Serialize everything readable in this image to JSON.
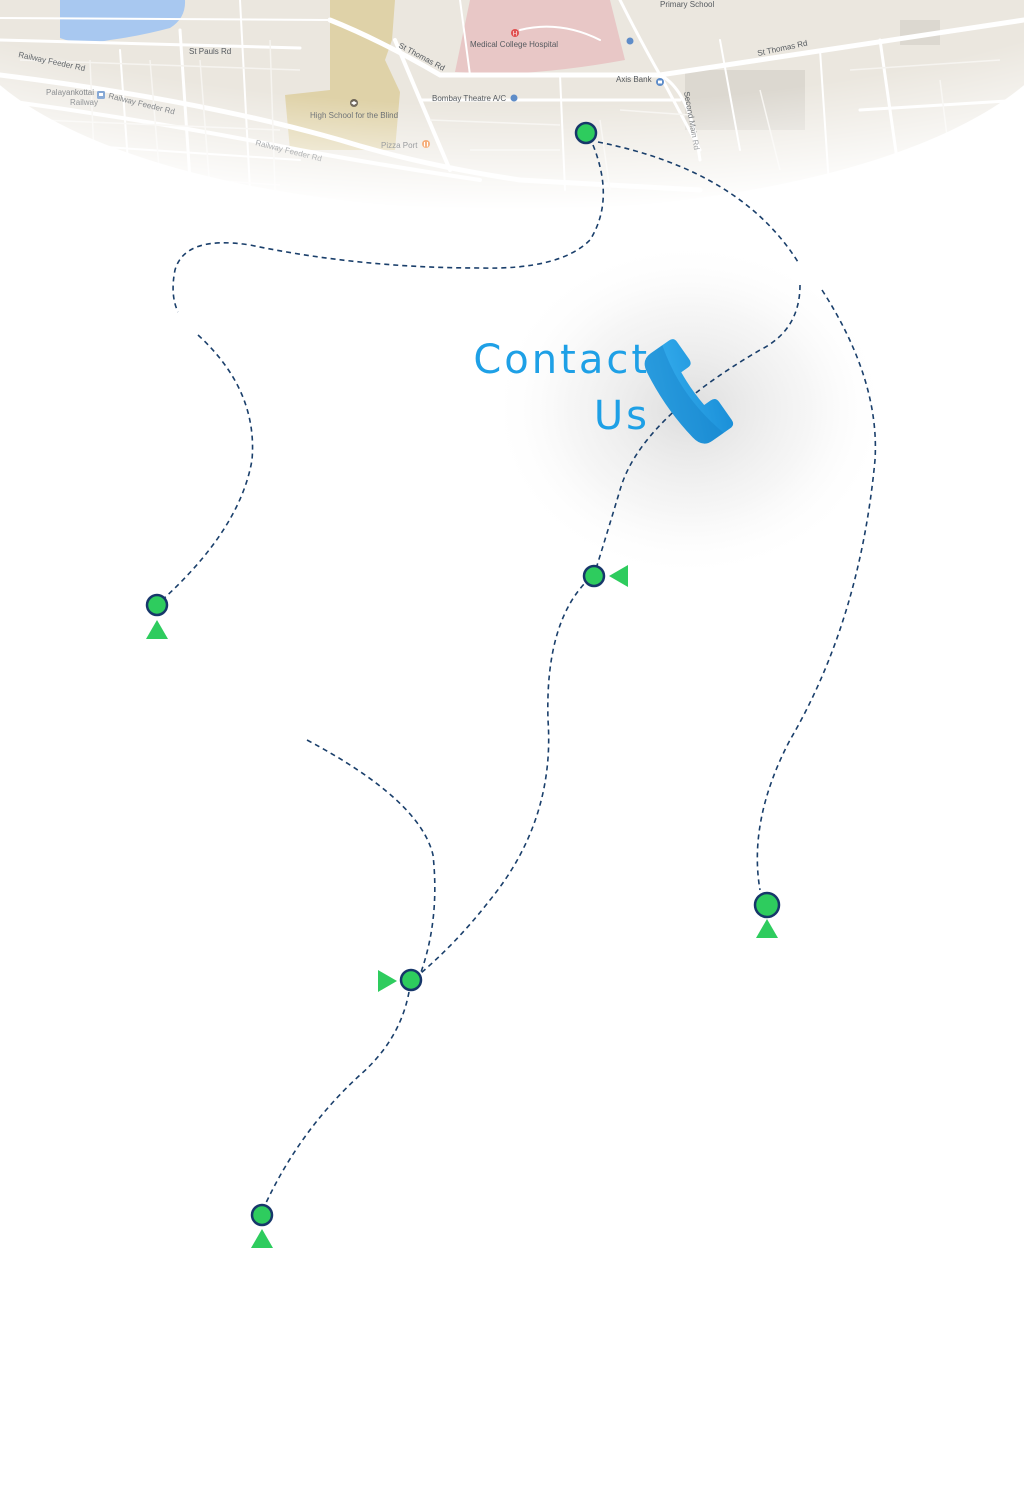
{
  "map": {
    "labels": {
      "primary_school": "Primary School",
      "st_pauls_rd": "St Pauls Rd",
      "st_thomas_rd_1": "St Thomas Rd",
      "medical_college": "Medical College Hospital",
      "st_thomas_rd_2": "St Thomas Rd",
      "axis_bank": "Axis Bank",
      "palayankottai": "Palayankottai",
      "railway": "Railway",
      "railway_feeder_rd_1": "Railway Feeder Rd",
      "railway_feeder_rd_2": "Railway Feeder Rd",
      "railway_feeder_rd_3": "Railway Feeder Rd",
      "high_school": "High School for the Blind",
      "bombay_theatre": "Bombay Theatre A/C",
      "pizza_port": "Pizza Port",
      "second_main": "Second Main Rd"
    },
    "colors": {
      "land": "#ebe7df",
      "water": "#a8c8f0",
      "hospital": "#e8c7c6",
      "school": "#dfd2a8",
      "roads": "#ffffff"
    },
    "icons": [
      "hospital-icon",
      "school-icon",
      "restaurant-icon",
      "bank-icon",
      "train-icon",
      "atm-icon",
      "theatre-icon"
    ]
  },
  "contact": {
    "line1": "Contact",
    "line2": "Us",
    "icon": "phone-icon",
    "accent": "#1ea0e6"
  },
  "path": {
    "dash_color": "#1a3f6b",
    "node_fill": "#2ecc5e",
    "node_stroke": "#17376a",
    "arrow_color": "#2ecc5e"
  }
}
